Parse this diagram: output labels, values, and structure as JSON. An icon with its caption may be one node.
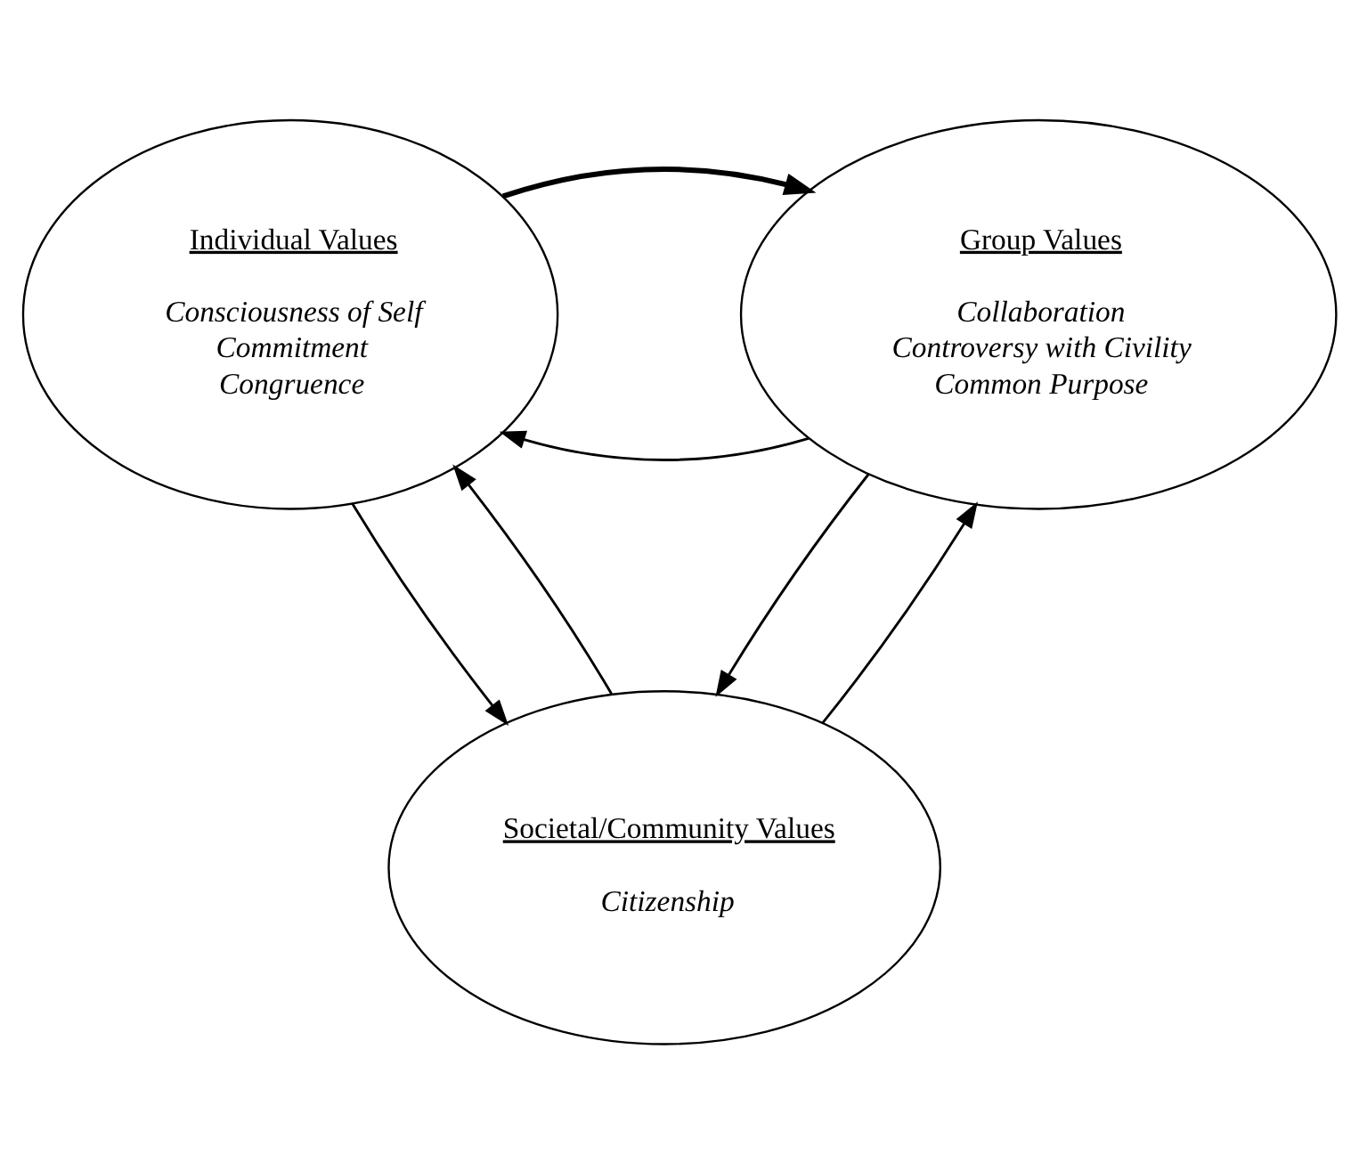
{
  "diagram": {
    "nodes": [
      {
        "text": [
          "Individual Values",
          "Consciousness of Self",
          "Commitment",
          "Congruence"
        ]
      },
      {
        "text": [
          "Group Values",
          "Collaboration",
          "Controversy with Civility",
          "Common Purpose"
        ]
      },
      {
        "text": [
          "Societal/Community Values",
          "Citizenship"
        ]
      }
    ],
    "edges": [
      {
        "from": 1,
        "to": 0,
        "arrow": "to"
      },
      {
        "from": 0,
        "to": 1,
        "arrow": "to",
        "style": "thick"
      },
      {
        "from": 0,
        "to": 2,
        "arrow": "to"
      },
      {
        "from": 2,
        "to": 0,
        "arrow": "to"
      },
      {
        "from": 1,
        "to": 2,
        "arrow": "to"
      },
      {
        "from": 2,
        "to": 1,
        "arrow": "to"
      }
    ]
  }
}
